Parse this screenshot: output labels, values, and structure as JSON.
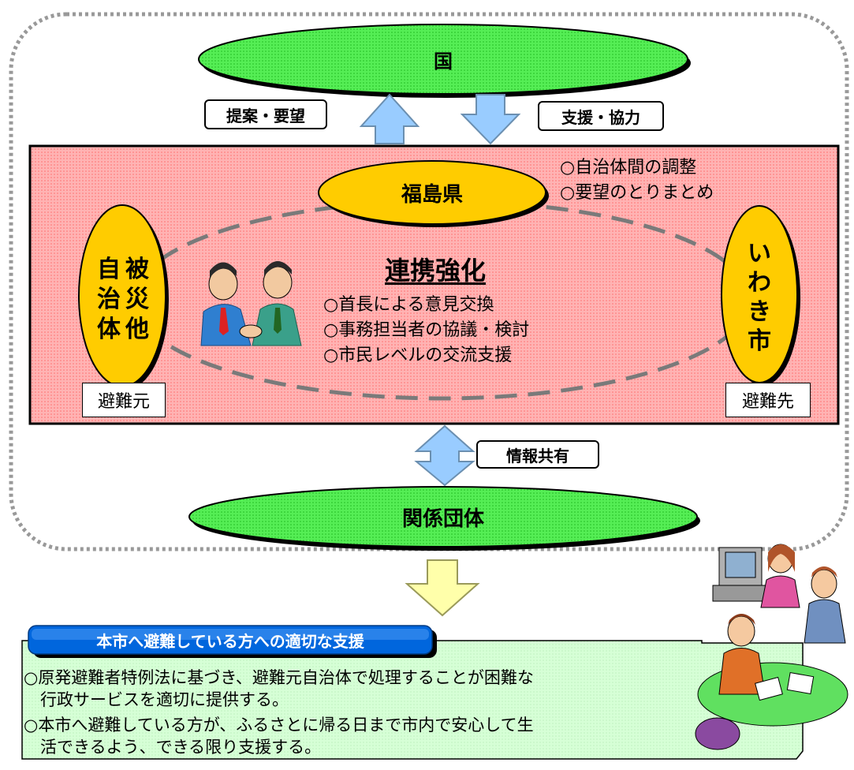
{
  "nodes": {
    "kuni": "国",
    "fukushima": "福島県",
    "hisai_chars": [
      "自",
      "被",
      "治",
      "災",
      "体",
      "他"
    ],
    "iwaki_chars": [
      "い",
      "わ",
      "き",
      "市"
    ],
    "kankei": "関係団体"
  },
  "arrows": {
    "up_label": "提案・要望",
    "down_label": "支援・協力",
    "share_label": "情報共有"
  },
  "prefecture_roles": [
    "○自治体間の調整",
    "○要望のとりまとめ"
  ],
  "cooperation": {
    "title": "連携強化",
    "items": [
      "○首長による意見交換",
      "○事務担当者の協議・検討",
      "○市民レベルの交流支援"
    ]
  },
  "corners": {
    "left": "避難元",
    "right": "避難先"
  },
  "support": {
    "title": "本市へ避難している方への適切な支援",
    "lines": [
      "○原発避難者特例法に基づき、避難元自治体で処理することが困難な",
      "　行政サービスを適切に提供する。",
      "○本市へ避難している方が、ふるさとに帰る日まで市内で安心して生",
      "　活できるよう、できる限り支援する。"
    ]
  },
  "colors": {
    "green_oval": "#33dd33",
    "yellow_oval": "#ffcc00",
    "pink_panel": "#ffaaaa",
    "arrow_blue": "#99ccff",
    "arrow_yellow": "#ffffaa",
    "support_bg": "#ccffcc",
    "title_bar": "#0066dd"
  },
  "icons": [
    "handshake-illustration",
    "office-meeting-illustration"
  ]
}
